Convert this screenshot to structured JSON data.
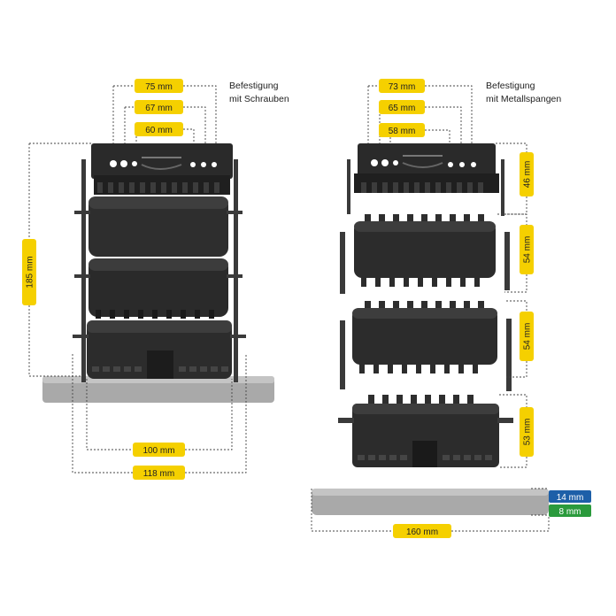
{
  "left": {
    "caption_line1": "Befestigung",
    "caption_line2": "mit Schrauben",
    "dim_75": "75 mm",
    "dim_67": "67 mm",
    "dim_60": "60 mm",
    "dim_185": "185 mm",
    "dim_100": "100 mm",
    "dim_118": "118 mm"
  },
  "right": {
    "caption_line1": "Befestigung",
    "caption_line2": "mit Metallspangen",
    "dim_73": "73 mm",
    "dim_65": "65 mm",
    "dim_58": "58 mm",
    "dim_46": "46 mm",
    "dim_54a": "54 mm",
    "dim_54b": "54 mm",
    "dim_53": "53 mm",
    "dim_14": "14 mm",
    "dim_8": "8 mm",
    "dim_160": "160 mm"
  },
  "colors": {
    "badge_yellow": "#f5d000",
    "badge_blue": "#1d5fa8",
    "badge_green": "#2a9a3c",
    "part_dark": "#2b2b2b",
    "rail_gray": "#a8a8a8"
  }
}
